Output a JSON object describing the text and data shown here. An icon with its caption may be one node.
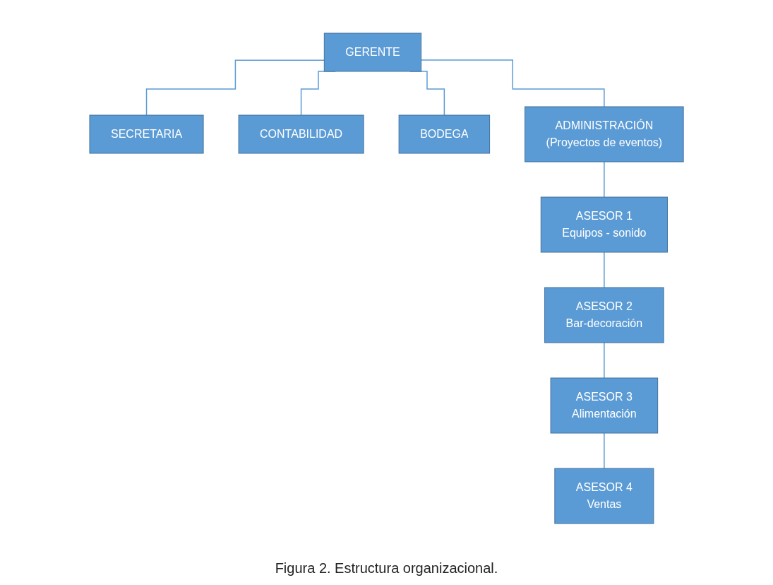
{
  "diagram": {
    "caption": "Figura 2. Estructura organizacional.",
    "nodes": [
      {
        "text": [
          "GERENTE"
        ]
      },
      {
        "text": [
          "SECRETARIA"
        ]
      },
      {
        "text": [
          "CONTABILIDAD"
        ]
      },
      {
        "text": [
          "BODEGA"
        ]
      },
      {
        "text": [
          "ADMINISTRACIÓN",
          "(Proyectos de eventos)"
        ]
      },
      {
        "text": [
          "ASESOR 1",
          "Equipos - sonido"
        ]
      },
      {
        "text": [
          "ASESOR 2",
          "Bar-decoración"
        ]
      },
      {
        "text": [
          "ASESOR 3",
          "Alimentación"
        ]
      },
      {
        "text": [
          "ASESOR 4",
          "Ventas"
        ]
      }
    ],
    "edges": [
      {
        "from": 0,
        "to": 1,
        "arrow": "none"
      },
      {
        "from": 0,
        "to": 2,
        "arrow": "none"
      },
      {
        "from": 0,
        "to": 3,
        "arrow": "none"
      },
      {
        "from": 0,
        "to": 4,
        "arrow": "none"
      },
      {
        "from": 4,
        "to": 5,
        "arrow": "none"
      },
      {
        "from": 5,
        "to": 6,
        "arrow": "none"
      },
      {
        "from": 6,
        "to": 7,
        "arrow": "none"
      },
      {
        "from": 7,
        "to": 8,
        "arrow": "none"
      }
    ]
  }
}
